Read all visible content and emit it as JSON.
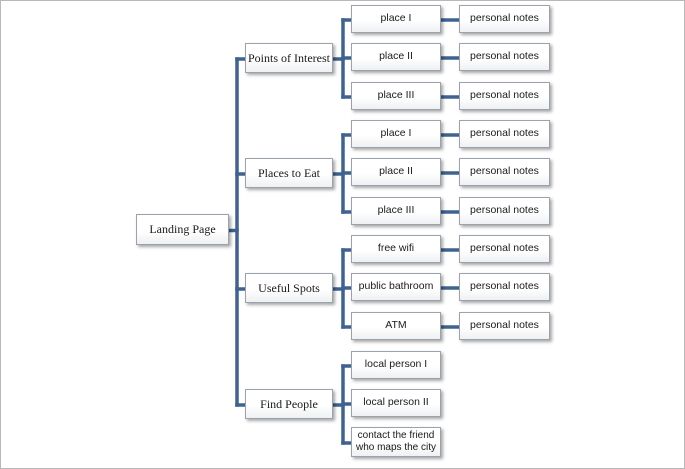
{
  "diagram": {
    "root": "Landing Page",
    "categories": [
      {
        "label": "Points of Interest",
        "items": [
          {
            "label": "place I",
            "note": "personal notes"
          },
          {
            "label": "place II",
            "note": "personal notes"
          },
          {
            "label": "place III",
            "note": "personal notes"
          }
        ]
      },
      {
        "label": "Places to Eat",
        "items": [
          {
            "label": "place I",
            "note": "personal notes"
          },
          {
            "label": "place II",
            "note": "personal notes"
          },
          {
            "label": "place III",
            "note": "personal notes"
          }
        ]
      },
      {
        "label": "Useful Spots",
        "items": [
          {
            "label": "free wifi",
            "note": "personal notes"
          },
          {
            "label": "public bathroom",
            "note": "personal notes"
          },
          {
            "label": "ATM",
            "note": "personal notes"
          }
        ]
      },
      {
        "label": "Find People",
        "items": [
          {
            "label": "local person I"
          },
          {
            "label": "local person II"
          },
          {
            "label": "contact the friend who maps the city"
          }
        ]
      }
    ],
    "colors": {
      "connector": "#3f6390",
      "node_border": "#9aa3ad",
      "text": "#1a1a1a"
    }
  }
}
